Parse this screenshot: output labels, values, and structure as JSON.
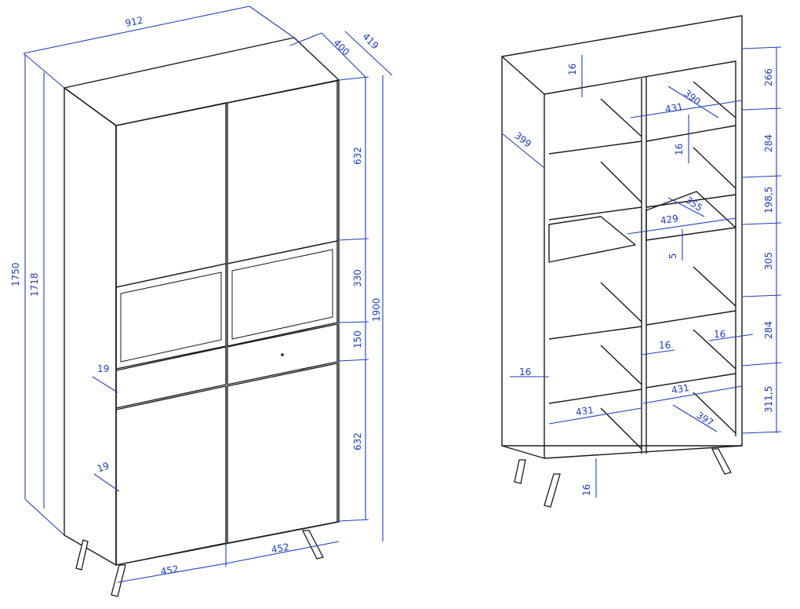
{
  "colors": {
    "outline": "#1a1a1a",
    "dimension": "#1f3fb8",
    "background": "#ffffff"
  },
  "left_view": {
    "width": "912",
    "depth_top": "400",
    "depth_total": "419",
    "height_cabinet": "1750",
    "height_body": "1718",
    "height_total": "1900",
    "door_top_h": "632",
    "glass_h": "330",
    "drawer_h": "150",
    "door_bottom_h": "632",
    "door_gap_upper": "19",
    "door_gap_lower": "19",
    "base_left": "452",
    "base_right": "452"
  },
  "right_view": {
    "top_panel": "16",
    "depth_side": "399",
    "shelf_width_a": "431",
    "shelf_depth_a": "390",
    "shelf_thickness_a": "16",
    "glass_width": "429",
    "glass_depth": "355",
    "glass_thickness": "5",
    "mid_divider": "16",
    "right_side": "16",
    "left_side": "16",
    "shelf_width_b": "431",
    "shelf_width_c": "431",
    "shelf_depth_c": "397",
    "bottom_panel": "16",
    "h1": "266",
    "h2": "284",
    "h3": "198,5",
    "h4": "305",
    "h5": "284",
    "h6": "311,5"
  }
}
